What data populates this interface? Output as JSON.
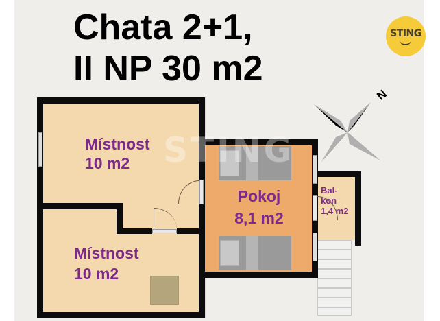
{
  "title": {
    "line1": "Chata 2+1,",
    "line2": "II NP 30 m2"
  },
  "logo": {
    "text": "STING",
    "color": "#f6cb3a"
  },
  "watermark": "STING",
  "compass": {
    "north_label": "N"
  },
  "rooms": [
    {
      "name": "Místnost",
      "area": "10 m2",
      "color": "#f3d9ad"
    },
    {
      "name": "Místnost",
      "area": "10 m2",
      "color": "#f3d9ad"
    },
    {
      "name": "Pokoj",
      "area": "8,1 m2",
      "color": "#eeaa6a"
    },
    {
      "name_line1": "Bal-",
      "name_line2": "kon",
      "area": "1,4 m2",
      "color": "#f3d9ad"
    }
  ],
  "colors": {
    "background": "#efeeea",
    "wall": "#0c0c0c",
    "label": "#7d2a8c"
  }
}
